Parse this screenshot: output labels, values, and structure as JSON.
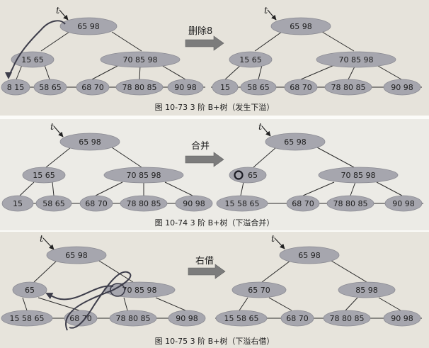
{
  "pointer_label": "t",
  "figures": [
    {
      "caption": "图 10-73   3 阶 B+树（发生下溢）",
      "operation": "删除8",
      "before": {
        "root": "65   98",
        "internal": [
          "15  65",
          "70   85   98"
        ],
        "leaves": [
          "8 15",
          "58 65",
          "68 70",
          "78 80 85",
          "90 98"
        ]
      },
      "after": {
        "root": "65   98",
        "internal": [
          "15  65",
          "70   85   98"
        ],
        "leaves": [
          "15",
          "58  65",
          "68 70",
          "78 80 85",
          "90 98"
        ]
      }
    },
    {
      "caption": "图 10-74   3 阶 B+树（下溢合并）",
      "operation": "合并",
      "before": {
        "root": "65   98",
        "internal": [
          "15 65",
          "70   85   98"
        ],
        "leaves": [
          "15",
          "58 65",
          "68 70",
          "78 80 85",
          "90 98"
        ]
      },
      "after": {
        "root": "65   98",
        "internal": [
          "65",
          "70   85   98"
        ],
        "leaves": [
          "15  58  65",
          "68 70",
          "78 80 85",
          "90 98"
        ]
      }
    },
    {
      "caption": "图 10-75   3 阶 B+树（下溢右借）",
      "operation": "右借",
      "before": {
        "root": "65   98",
        "internal": [
          "65",
          "70   85   98"
        ],
        "leaves": [
          "15 58 65",
          "68 70",
          "78 80 85",
          "90 98"
        ]
      },
      "after": {
        "root": "65   98",
        "internal": [
          "65     70",
          "85   98"
        ],
        "leaves": [
          "15 58 65",
          "68 70",
          "78 80 85",
          "90 98"
        ]
      }
    }
  ]
}
